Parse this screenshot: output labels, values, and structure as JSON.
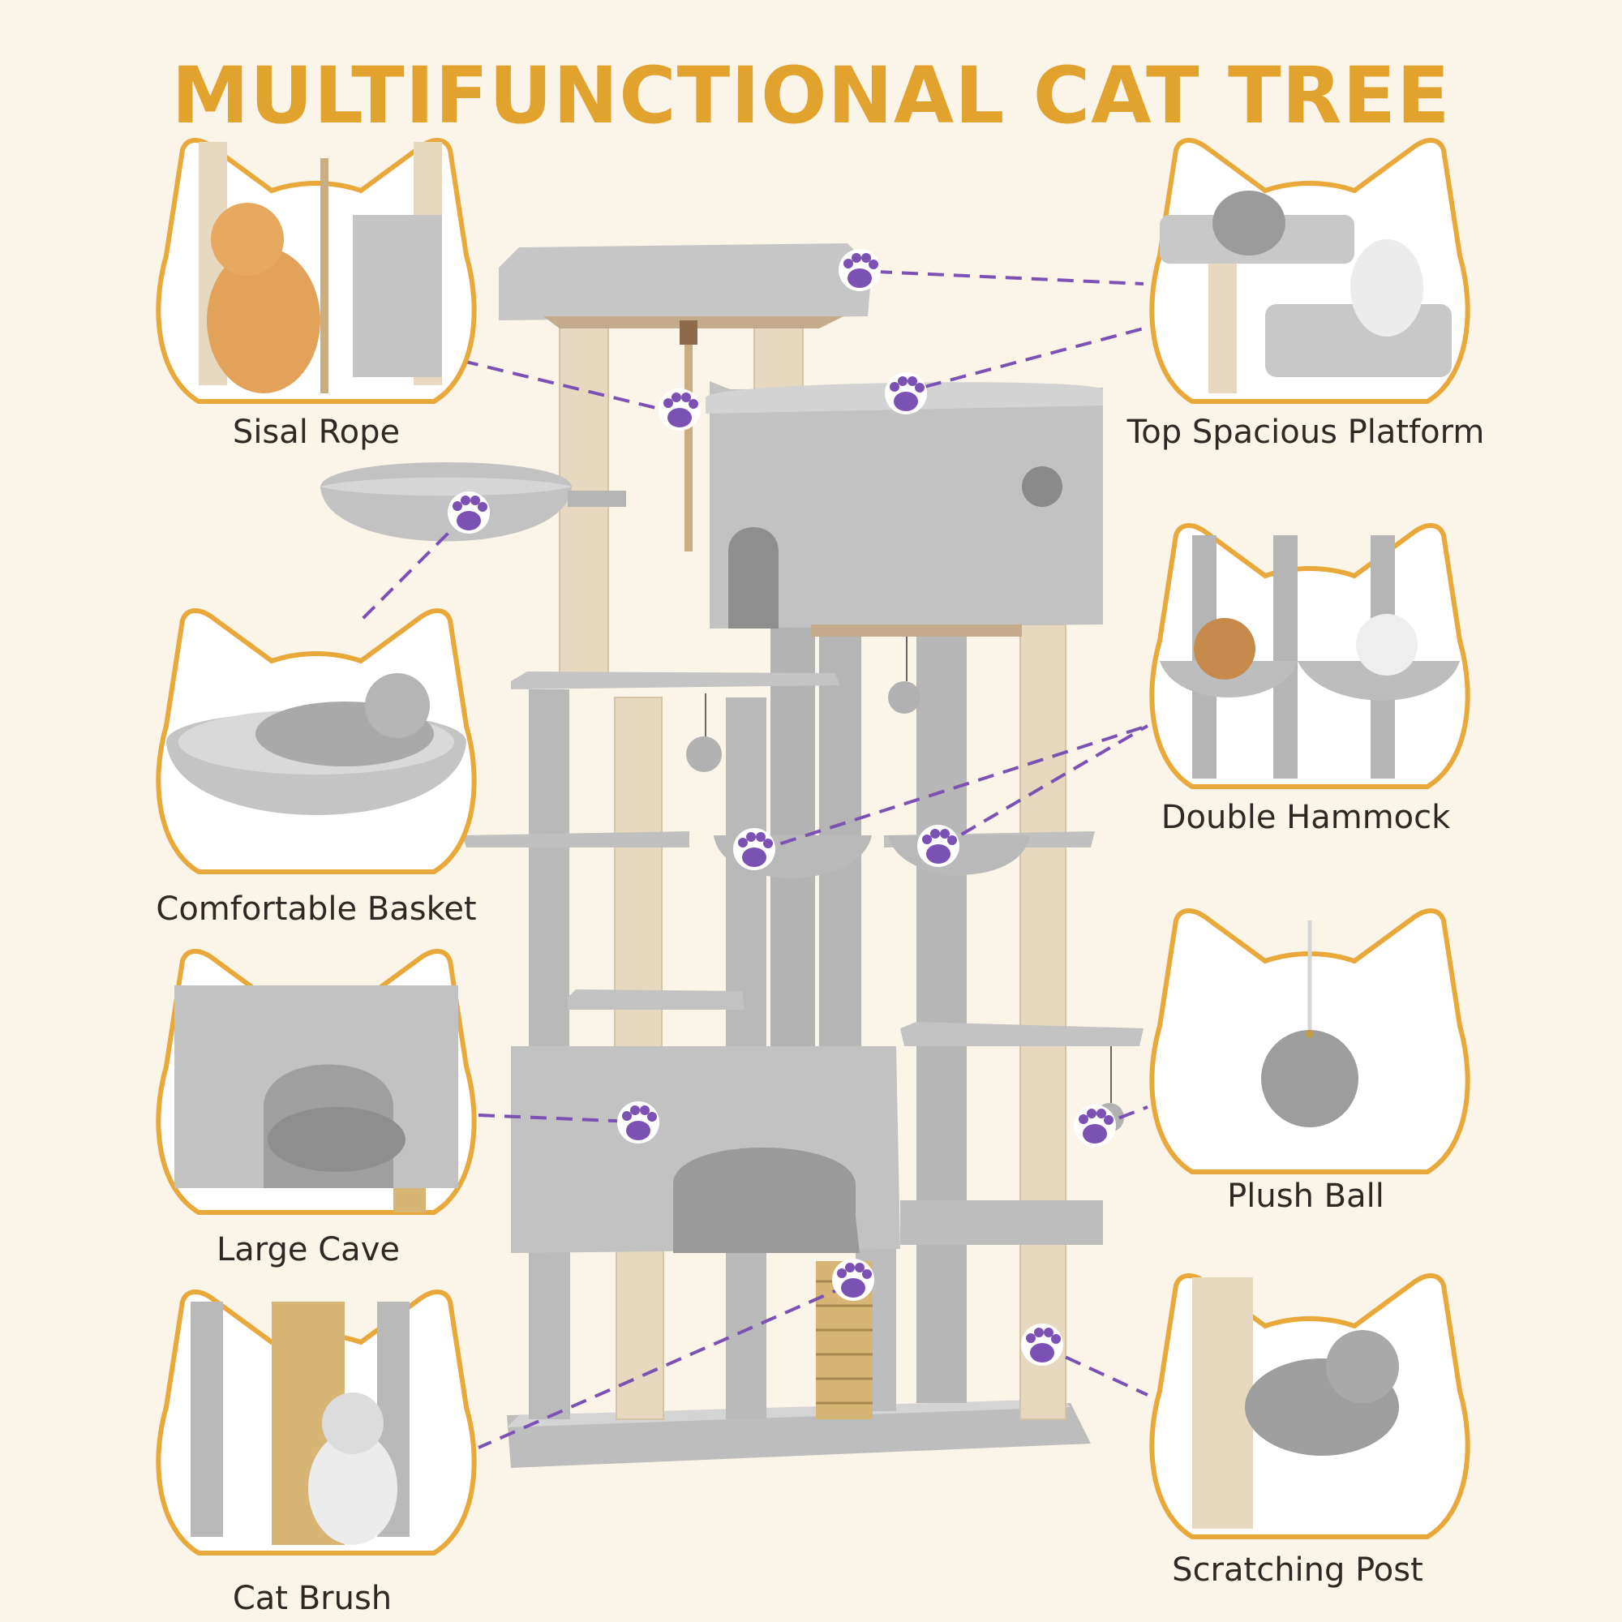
{
  "title": "MULTIFUNCTIONAL CAT TREE",
  "features": [
    {
      "label": "Sisal Rope",
      "icon": "sisal-rope"
    },
    {
      "label": "Top Spacious Platform",
      "icon": "top-platform"
    },
    {
      "label": "Comfortable Basket",
      "icon": "basket"
    },
    {
      "label": "Double Hammock",
      "icon": "double-hammock"
    },
    {
      "label": "Large Cave",
      "icon": "cave"
    },
    {
      "label": "Plush Ball",
      "icon": "plush-ball"
    },
    {
      "label": "Cat Brush",
      "icon": "cat-brush"
    },
    {
      "label": "Scratching Post",
      "icon": "scratching-post"
    }
  ],
  "colors": {
    "background": "#fbf4e8",
    "title": "#e2a22e",
    "frame_border": "#e8a83a",
    "paw": "#7b52b4",
    "plush": "#c9c9c9",
    "sisal": "#e6d9bf"
  }
}
